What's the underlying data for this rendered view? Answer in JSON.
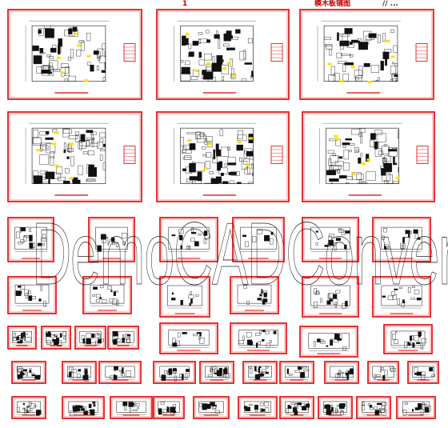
{
  "header": {
    "left_mark": "1",
    "right_title": "模木板铺图",
    "right_marks": "// ..."
  },
  "watermark": {
    "text": "DemoCADConverter"
  },
  "colors": {
    "frame": "#e00000",
    "ink": "#111111",
    "accent": "#ffe000",
    "paper": "#ffffff"
  },
  "sheets": [
    {
      "kind": "plan",
      "style": "dense"
    },
    {
      "kind": "plan",
      "style": "dense"
    },
    {
      "kind": "plan",
      "style": "dense"
    },
    {
      "kind": "plan",
      "style": "hatched"
    },
    {
      "kind": "plan",
      "style": "hatched"
    },
    {
      "kind": "plan",
      "style": "hatched"
    },
    {
      "kind": "detail"
    },
    {
      "kind": "detail"
    },
    {
      "kind": "detail"
    },
    {
      "kind": "detail"
    },
    {
      "kind": "detail"
    },
    {
      "kind": "detail"
    },
    {
      "kind": "detail"
    },
    {
      "kind": "detail"
    },
    {
      "kind": "detail"
    },
    {
      "kind": "detail"
    },
    {
      "kind": "detail"
    },
    {
      "kind": "detail"
    },
    {
      "kind": "detail"
    },
    {
      "kind": "detail"
    },
    {
      "kind": "detail"
    },
    {
      "kind": "detail"
    },
    {
      "kind": "detail"
    },
    {
      "kind": "detail"
    },
    {
      "kind": "detail"
    },
    {
      "kind": "detail"
    },
    {
      "kind": "detail"
    },
    {
      "kind": "detail"
    },
    {
      "kind": "detail"
    },
    {
      "kind": "detail"
    },
    {
      "kind": "detail"
    },
    {
      "kind": "detail"
    },
    {
      "kind": "detail"
    },
    {
      "kind": "detail"
    },
    {
      "kind": "detail"
    },
    {
      "kind": "detail"
    },
    {
      "kind": "detail"
    },
    {
      "kind": "detail"
    },
    {
      "kind": "detail"
    },
    {
      "kind": "detail"
    },
    {
      "kind": "detail"
    },
    {
      "kind": "detail"
    },
    {
      "kind": "detail"
    },
    {
      "kind": "detail"
    },
    {
      "kind": "detail"
    },
    {
      "kind": "detail"
    },
    {
      "kind": "detail"
    },
    {
      "kind": "detail"
    },
    {
      "kind": "detail"
    },
    {
      "kind": "detail"
    },
    {
      "kind": "detail"
    },
    {
      "kind": "detail"
    },
    {
      "kind": "detail"
    },
    {
      "kind": "detail"
    },
    {
      "kind": "detail"
    },
    {
      "kind": "detail"
    },
    {
      "kind": "detail"
    }
  ]
}
